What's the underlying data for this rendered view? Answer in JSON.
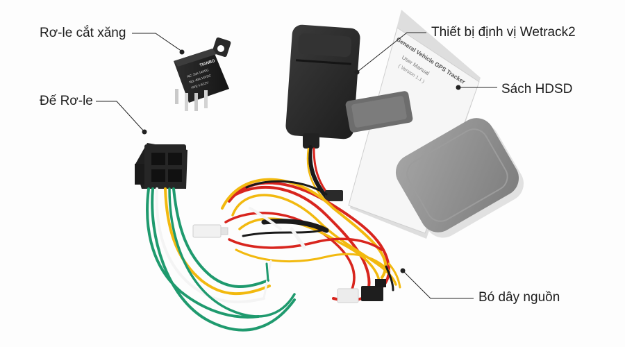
{
  "labels": {
    "relay": "Rơ-le cắt xăng",
    "socket": "Đế Rơ-le",
    "device": "Thiết bị định vị Wetrack2",
    "manual": "Sách HDSD",
    "harness": "Bó dây nguồn"
  },
  "relay_print": {
    "brand": "TIANBO",
    "spec1": "NC: 20A 14VDC",
    "spec2": "NO: 40A 14VDC",
    "model": "HVE-1-E12V"
  },
  "manual_print": {
    "title": "General Vehicle GPS Tracker",
    "subtitle": "User Manual",
    "version": "( Version 1.1 )"
  },
  "colors": {
    "background": "#fdfdfd",
    "label_text": "#1d1d1d",
    "leader_line": "#222222",
    "device_body": "#2b2b2b",
    "cover_gray": "#8e8e8e",
    "wire_red": "#d8251e",
    "wire_yellow": "#f2b90f",
    "wire_green": "#1f9a6e",
    "wire_white": "#f4f4f4",
    "wire_black": "#1a1a1a"
  }
}
